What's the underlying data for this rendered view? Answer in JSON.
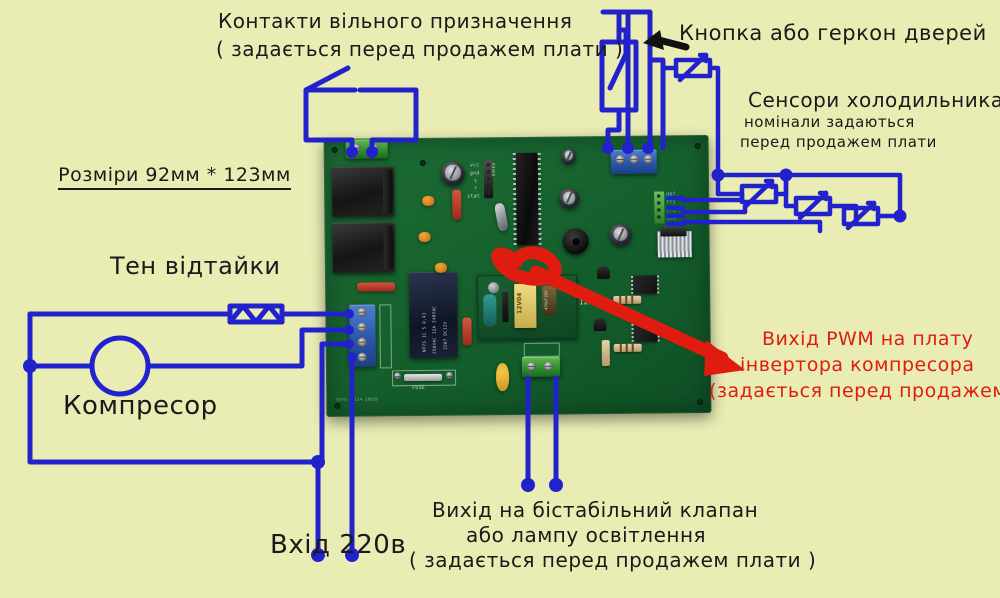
{
  "page": {
    "background_color": "#e9edb4",
    "wire_color": "#2222cc",
    "arrow_color": "#e01b10",
    "text_color": "#1a1a1a"
  },
  "annotations": {
    "free_contacts": {
      "line1": "Контакти вільного призначення",
      "line2": "( задається перед продажем плати )"
    },
    "door_switch": {
      "line1": "Кнопка або геркон дверей"
    },
    "sensors": {
      "line1": "Сенсори холодильника",
      "line2": "номінали задаються",
      "line3": "перед продажем плати"
    },
    "dimensions": {
      "line1": "Розміри 92мм * 123мм"
    },
    "heater": {
      "line1": "Тен відтайки"
    },
    "compressor": {
      "line1": "Компресор"
    },
    "mains_input": {
      "line1": "Вхід 220в"
    },
    "pwm_output": {
      "line1": "Вихід PWM на плату",
      "line2": "інвертора компресора",
      "line3": "(задається перед продажем)"
    },
    "valve_output": {
      "line1": "Вихід на бістабільний клапан",
      "line2": "або лампу освітлення",
      "line3": "( задається перед продажем плати )"
    }
  },
  "pcb": {
    "silkscreen": {
      "header_labels": [
        "vcc",
        "gnd",
        "t",
        "r",
        "stat"
      ],
      "header_side_label": "R3300",
      "sensor_header_labels": [
        "def",
        "fri",
        "frz",
        "com"
      ],
      "pwm_label": "PWM",
      "volt_label": "12v",
      "fuse_label": "FUSE",
      "board_code": "SV75-A-114-2891B"
    },
    "components": {
      "relay_blue_text_a": "NT75 1C S 0.41",
      "relay_blue_text_b": "250VAC 12A 240VAC",
      "relay_blue_text_c": "2207 DC12V",
      "psu_module_label": "12V04",
      "psu_cap_label": "470uF 25V"
    }
  }
}
